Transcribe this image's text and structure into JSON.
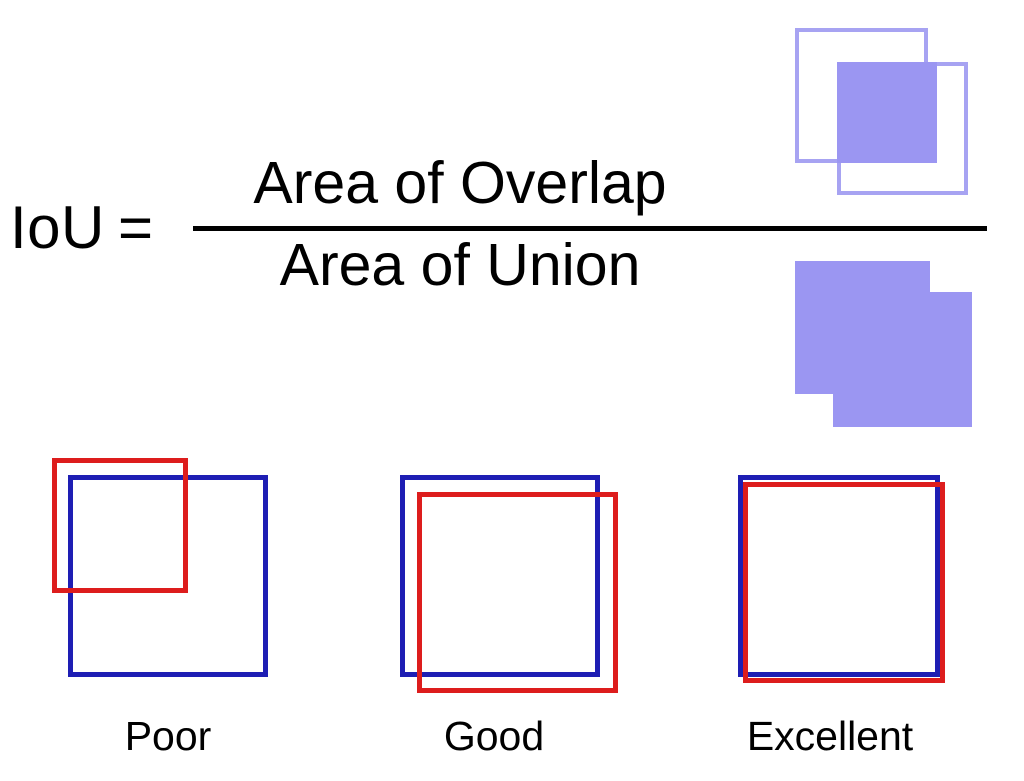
{
  "formula": {
    "lhs": "IoU",
    "equals": "=",
    "numerator": "Area of Overlap",
    "denominator": "Area of Union"
  },
  "examples": [
    {
      "label": "Poor"
    },
    {
      "label": "Good"
    },
    {
      "label": "Excellent"
    }
  ],
  "colors": {
    "red_box": "#dd1d1d",
    "blue_box": "#1e1eb4",
    "purple_fill": "#9b96f2",
    "purple_outline": "#a7a3f2",
    "fraction_bar": "#000000",
    "text": "#000000"
  }
}
